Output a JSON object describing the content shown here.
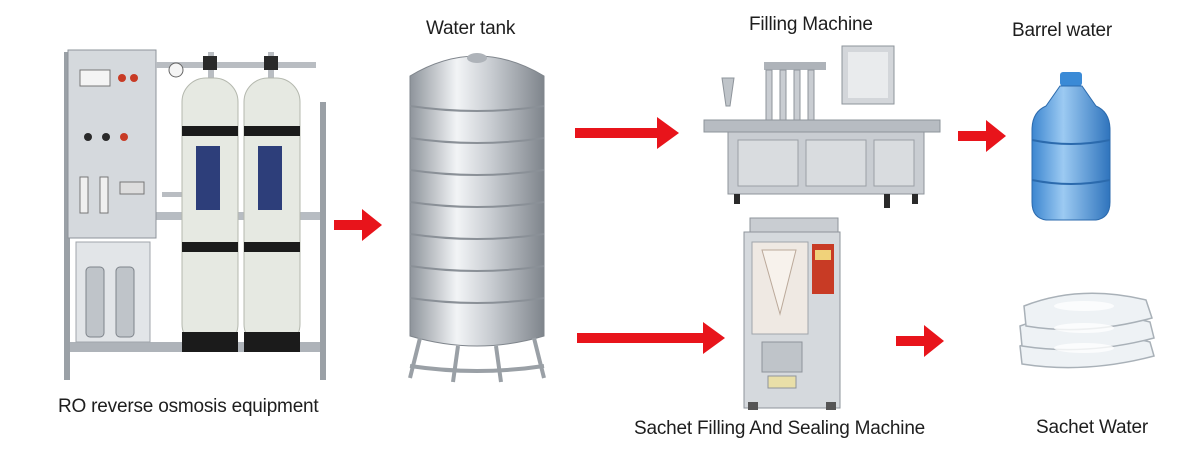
{
  "labels": {
    "ro": "RO reverse osmosis equipment",
    "tank": "Water tank",
    "filling": "Filling Machine",
    "barrel": "Barrel water",
    "sachet_machine": "Sachet Filling And Sealing Machine",
    "sachet_water": "Sachet Water"
  },
  "colors": {
    "arrow": "#e8141b",
    "steel": "#c9cdd2",
    "steel_dark": "#8e949b",
    "vessel": "#e6e9e2",
    "vessel_band": "#1b1b1b",
    "water_blue": "#4f9be0",
    "panel_red": "#c83b25"
  },
  "icons": {
    "ro": "ro-equipment-icon",
    "tank": "water-tank-icon",
    "filling": "filling-machine-icon",
    "barrel": "water-barrel-icon",
    "sachet_machine": "sachet-machine-icon",
    "sachet_water": "sachet-bags-icon",
    "arrow": "red-arrow-icon"
  }
}
